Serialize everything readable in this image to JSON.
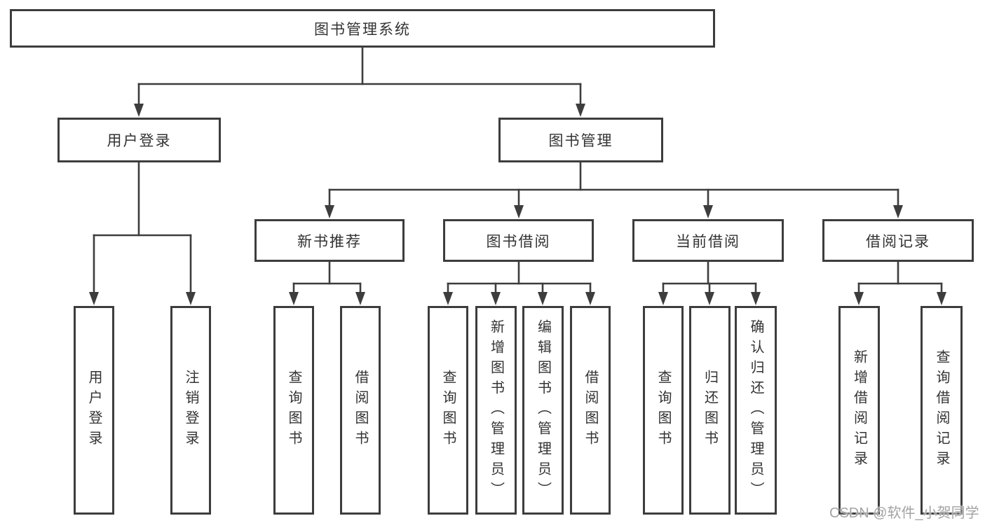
{
  "colors": {
    "line": "#3d3d3d",
    "text": "#333333",
    "watermark": "#a3a3a3",
    "background": "#ffffff"
  },
  "watermark": "CSDN @软件_小贺同学",
  "tree": {
    "root": {
      "label": "图书管理系统"
    },
    "branches": [
      {
        "label": "用户登录",
        "children": [
          {
            "label": "用户登录"
          },
          {
            "label": "注销登录"
          }
        ]
      },
      {
        "label": "图书管理",
        "children": [
          {
            "label": "新书推荐",
            "children": [
              {
                "label": "查询图书"
              },
              {
                "label": "借阅图书"
              }
            ]
          },
          {
            "label": "图书借阅",
            "children": [
              {
                "label": "查询图书"
              },
              {
                "label": "新增图书（管理员）"
              },
              {
                "label": "编辑图书（管理员）"
              },
              {
                "label": "借阅图书"
              }
            ]
          },
          {
            "label": "当前借阅",
            "children": [
              {
                "label": "查询图书"
              },
              {
                "label": "归还图书"
              },
              {
                "label": "确认归还（管理员）"
              }
            ]
          },
          {
            "label": "借阅记录",
            "children": [
              {
                "label": "新增借阅记录"
              },
              {
                "label": "查询借阅记录"
              }
            ]
          }
        ]
      }
    ]
  }
}
